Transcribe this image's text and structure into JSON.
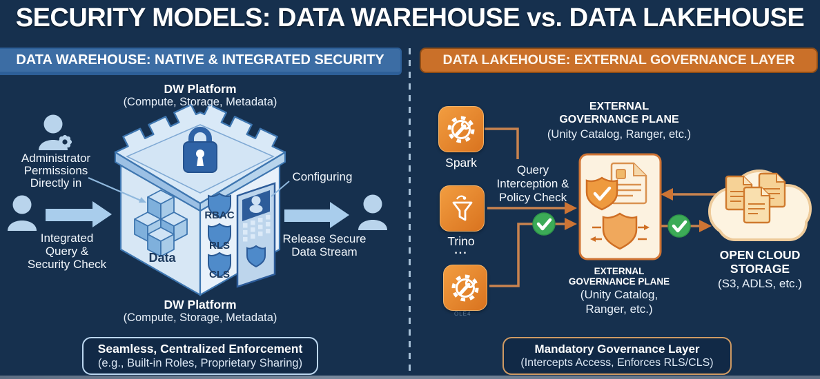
{
  "title": "SECURITY MODELS: DATA WAREHOUSE vs. DATA LAKEHOUSE",
  "warehouse": {
    "header": "DATA WAREHOUSE: NATIVE & INTEGRATED SECURITY",
    "platform_label_top": "DW Platform",
    "platform_sublabel_top": "(Compute, Storage, Metadata)",
    "platform_label_bottom": "DW Platform",
    "platform_sublabel_bottom": "(Compute, Storage, Metadata)",
    "admin_note": "Administrator\nPermissions\nDirectly in",
    "integrated_note": "Integrated\nQuery &\nSecurity Check",
    "configuring_note": "Configuring",
    "release_note": "Release Secure\nData Stream",
    "data_label": "Data",
    "shield_labels": [
      "RBAC",
      "RLS",
      "CLS"
    ],
    "summary_title": "Seamless, Centralized Enforcement",
    "summary_subtitle": "(e.g., Built-in Roles, Proprietary Sharing)"
  },
  "lakehouse": {
    "header": "DATA LAKEHOUSE: EXTERNAL GOVERNANCE LAYER",
    "engines": [
      "Spark",
      "Trino"
    ],
    "ellipsis": "...",
    "governance_plane_top": "EXTERNAL\nGOVERNANCE PLANE",
    "governance_plane_top_sub": "(Unity Catalog, Ranger, etc.)",
    "interception_note": "Query\nInterception &\nPolicy Check",
    "governance_plane_bottom": "EXTERNAL\nGOVERNANCE PLANE",
    "governance_plane_bottom_sub": "(Unity Catalog,\nRanger, etc.)",
    "cloud_label": "OPEN CLOUD\nSTORAGE",
    "cloud_sublabel": "(S3, ADLS, etc.)",
    "summary_title": "Mandatory Governance Layer",
    "summary_subtitle": "(Intercepts Access, Enforces RLS/CLS)",
    "watermark": "OLE4"
  },
  "colors": {
    "background": "#16304e",
    "warehouse_accent": "#3c6da4",
    "lakehouse_accent": "#ca7029",
    "castle_light_blue": "#d7e7f5",
    "connector_orange": "#c9834f",
    "check_green": "#3cab57",
    "governance_box_fill": "#fcf2e0"
  }
}
